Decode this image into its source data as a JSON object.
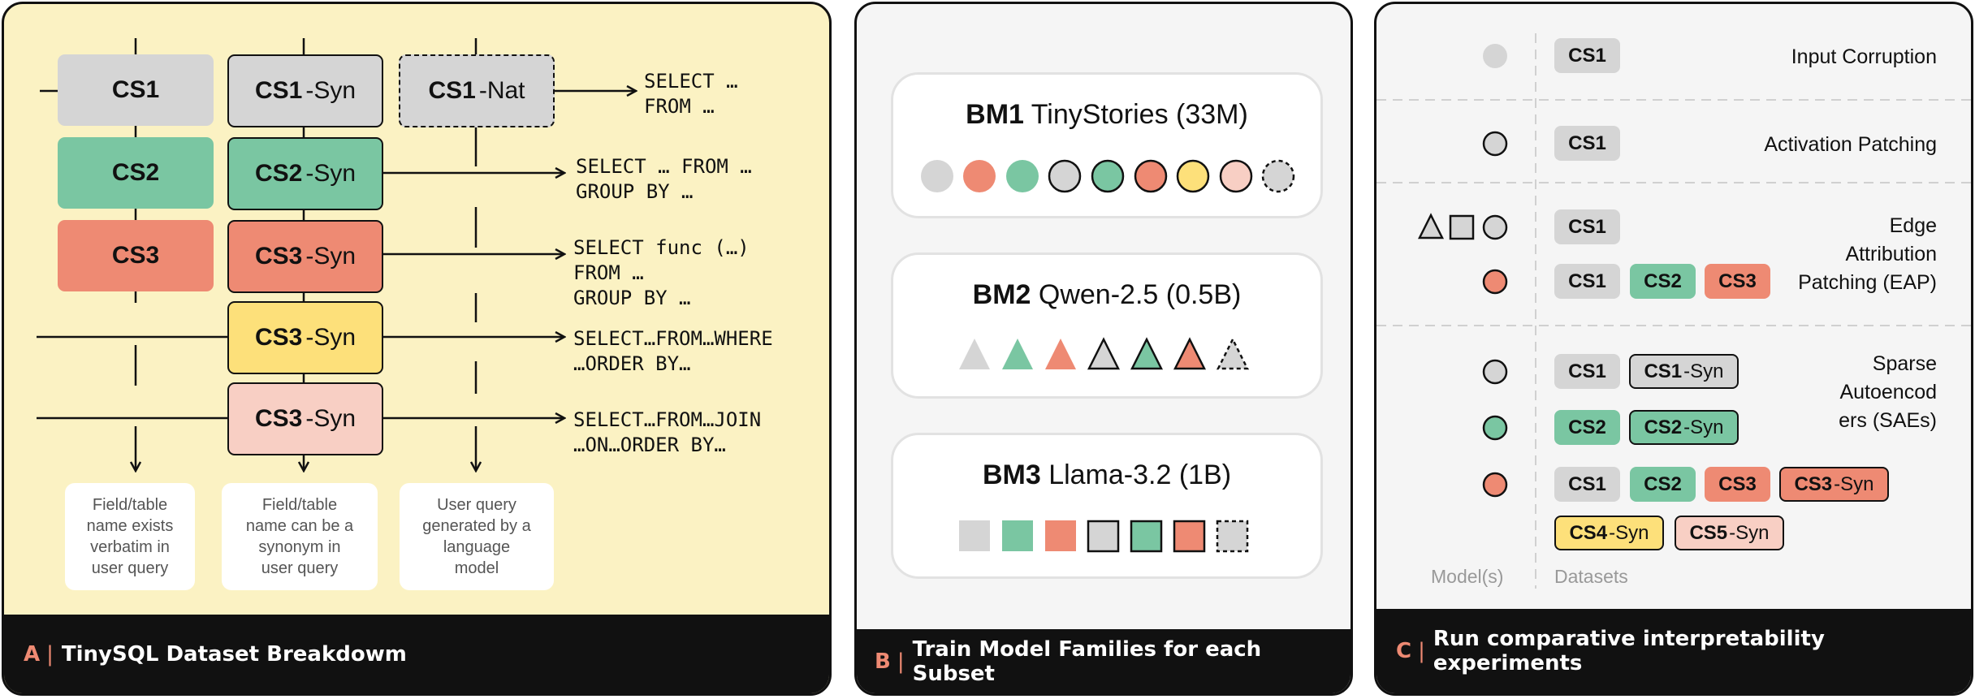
{
  "colors": {
    "gray": "#d5d5d5",
    "green": "#7ac6a2",
    "red": "#ee8a73",
    "yellow": "#fde07a",
    "pink": "#f8cfc4",
    "panel_a_bg": "#fbf2c3",
    "panel_bg": "#f5f5f5",
    "footer_bg": "#111111"
  },
  "panel_a": {
    "letter": "A",
    "caption": "TinySQL Dataset Breakdowm",
    "boxes": {
      "cs1": {
        "name": "CS1",
        "suffix": ""
      },
      "cs1_syn": {
        "name": "CS1",
        "suffix": "-Syn"
      },
      "cs1_nat": {
        "name": "CS1",
        "suffix": "-Nat"
      },
      "cs2": {
        "name": "CS2",
        "suffix": ""
      },
      "cs2_syn": {
        "name": "CS2",
        "suffix": "-Syn"
      },
      "cs3": {
        "name": "CS3",
        "suffix": ""
      },
      "cs3_syn": {
        "name": "CS3",
        "suffix": "-Syn"
      },
      "cs4_syn": {
        "name": "CS3",
        "suffix": "-Syn"
      },
      "cs5_syn": {
        "name": "CS3",
        "suffix": "-Syn"
      }
    },
    "sql": [
      "SELECT …\nFROM …",
      "SELECT … FROM …\nGROUP BY …",
      "SELECT func (…)\nFROM …\nGROUP BY …",
      "SELECT…FROM…WHERE\n…ORDER BY…",
      "SELECT…FROM…JOIN\n…ON…ORDER BY…"
    ],
    "descriptions": [
      "Field/table\nname exists\nverbatim in\nuser query",
      "Field/table\nname can be a\nsynonym in\nuser query",
      "User query\ngenerated by a\nlanguage\nmodel"
    ]
  },
  "panel_b": {
    "letter": "B",
    "caption": "Train Model Families for each Subset",
    "models": [
      {
        "id": "BM1",
        "name": "TinyStories (33M)",
        "shape": "circle"
      },
      {
        "id": "BM2",
        "name": "Qwen-2.5 (0.5B)",
        "shape": "triangle"
      },
      {
        "id": "BM3",
        "name": "Llama-3.2 (1B)",
        "shape": "square"
      }
    ]
  },
  "panel_c": {
    "letter": "C",
    "caption": "Run comparative interpretability experiments",
    "methods": [
      "Input Corruption",
      "Activation Patching",
      "Edge\nAttribution\nPatching (EAP)",
      "Sparse\nAutoencod\ners (SAEs)"
    ],
    "axis_models": "Model(s)",
    "axis_datasets": "Datasets",
    "tags": {
      "ic": {
        "name": "CS1",
        "suffix": ""
      },
      "ap": {
        "name": "CS1",
        "suffix": ""
      },
      "eap1": {
        "name": "CS1",
        "suffix": ""
      },
      "eap2a": {
        "name": "CS1",
        "suffix": ""
      },
      "eap2b": {
        "name": "CS2",
        "suffix": ""
      },
      "eap2c": {
        "name": "CS3",
        "suffix": ""
      },
      "sae1a": {
        "name": "CS1",
        "suffix": ""
      },
      "sae1b": {
        "name": "CS1",
        "suffix": "-Syn"
      },
      "sae2a": {
        "name": "CS2",
        "suffix": ""
      },
      "sae2b": {
        "name": "CS2",
        "suffix": "-Syn"
      },
      "sae3a": {
        "name": "CS1",
        "suffix": ""
      },
      "sae3b": {
        "name": "CS2",
        "suffix": ""
      },
      "sae3c": {
        "name": "CS3",
        "suffix": ""
      },
      "sae3d": {
        "name": "CS3",
        "suffix": "-Syn"
      },
      "sae4a": {
        "name": "CS4",
        "suffix": "-Syn"
      },
      "sae4b": {
        "name": "CS5",
        "suffix": "-Syn"
      }
    }
  }
}
